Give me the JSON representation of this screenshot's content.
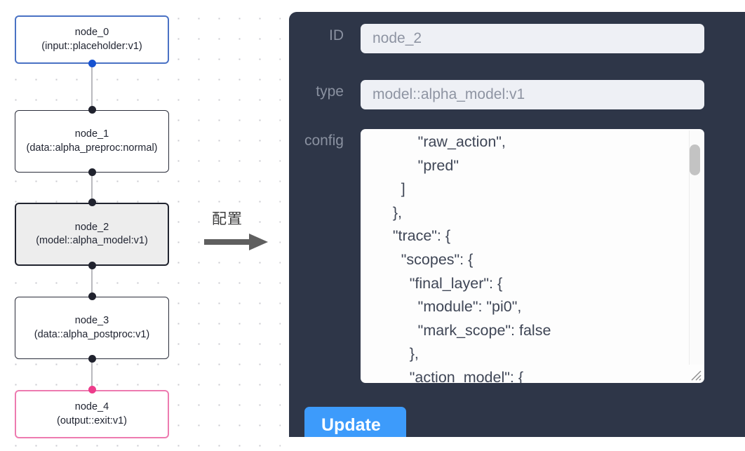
{
  "graph": {
    "background": "#ffffff",
    "grid_dot_color": "#c9c9cf",
    "nodes": [
      {
        "id": "node_0",
        "title": "node_0",
        "subtitle": "(input::placeholder:v1)",
        "state": "input",
        "border_color": "#4a72c4",
        "fill": "#ffffff",
        "port_bottom_color": "#1652d1"
      },
      {
        "id": "node_1",
        "title": "node_1",
        "subtitle": "(data::alpha_preproc:normal)",
        "state": "normal",
        "border_color": "#2a2d3a",
        "fill": "#ffffff",
        "port_top_color": "#20222e",
        "port_bottom_color": "#20222e"
      },
      {
        "id": "node_2",
        "title": "node_2",
        "subtitle": "(model::alpha_model:v1)",
        "state": "selected",
        "border_color": "#21242f",
        "fill": "#ededed",
        "port_top_color": "#20222e",
        "port_bottom_color": "#20222e"
      },
      {
        "id": "node_3",
        "title": "node_3",
        "subtitle": "(data::alpha_postproc:v1)",
        "state": "normal",
        "border_color": "#2a2d3a",
        "fill": "#ffffff",
        "port_top_color": "#20222e",
        "port_bottom_color": "#20222e"
      },
      {
        "id": "node_4",
        "title": "node_4",
        "subtitle": "(output::exit:v1)",
        "state": "output",
        "border_color": "#ed7bb0",
        "fill": "#ffffff",
        "port_top_color": "#ed3c8b"
      }
    ]
  },
  "annotation": {
    "label": "配置",
    "arrow_icon": "right-arrow-icon",
    "arrow_color": "#5f5f5f"
  },
  "panel": {
    "background": "#2e3648",
    "label_color": "#8a91a0",
    "accent_color": "#3d9bfb",
    "fields": {
      "id": {
        "label": "ID",
        "value": "node_2",
        "placeholder": "node id"
      },
      "type": {
        "label": "type",
        "value": "model::alpha_model:v1",
        "placeholder": "node type"
      },
      "config": {
        "label": "config",
        "value": "            \"raw_action\",\n            \"pred\"\n        ]\n      },\n      \"trace\": {\n        \"scopes\": {\n          \"final_layer\": {\n            \"module\": \"pi0\",\n            \"mark_scope\": false\n          },\n          \"action_model\": {",
        "placeholder": "config json",
        "scroll_position": "top"
      }
    },
    "update_button": {
      "label": "Update"
    }
  }
}
